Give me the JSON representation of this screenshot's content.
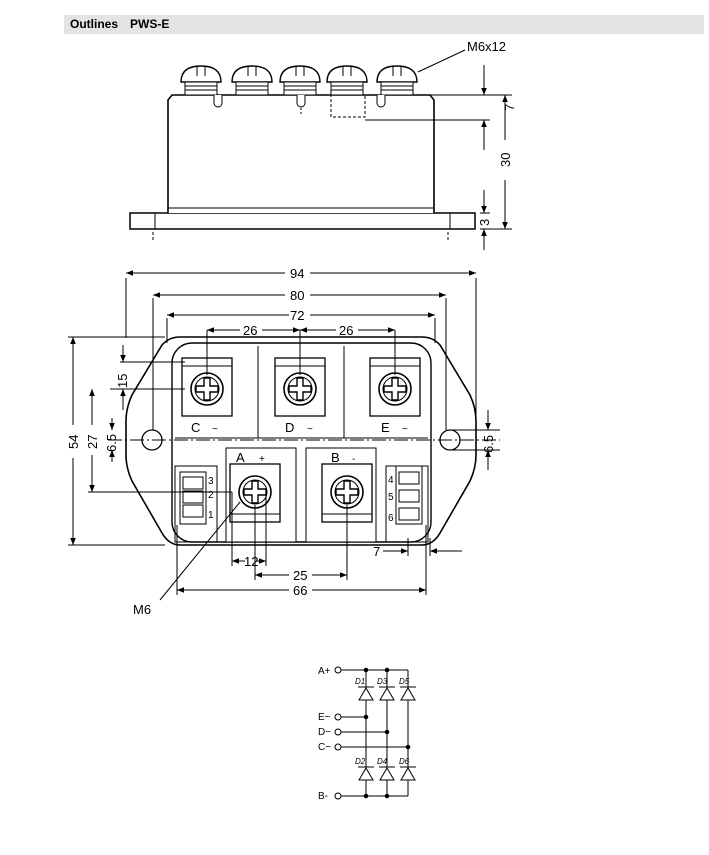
{
  "header": {
    "section": "Outlines",
    "package": "PWS-E"
  },
  "side_view": {
    "screw_label": "M6x12",
    "dim_7": "7",
    "dim_30": "30",
    "dim_3": "3"
  },
  "top_view": {
    "dim_94": "94",
    "dim_80": "80",
    "dim_72": "72",
    "dim_26a": "26",
    "dim_26b": "26",
    "dim_54": "54",
    "dim_27": "27",
    "dim_15": "15",
    "dim_6_5_left": "6.5",
    "dim_6_5_right": "6.5",
    "dim_12": "12",
    "dim_25": "25",
    "dim_66": "66",
    "dim_7": "7",
    "screw_label": "M6",
    "term_C": "C",
    "term_D": "D",
    "term_E": "E",
    "term_A": "A",
    "term_B": "B",
    "ac_symbol": "~",
    "plus_symbol": "+",
    "minus_symbol": "-",
    "pins_left": [
      "3",
      "2",
      "1"
    ],
    "pins_right": [
      "4",
      "5",
      "6"
    ]
  },
  "schematic": {
    "nodes": [
      "A+",
      "E~",
      "D~",
      "C~",
      "B-"
    ],
    "diodes": [
      "D1",
      "D3",
      "D5",
      "D2",
      "D4",
      "D6"
    ]
  },
  "colors": {
    "line": "#000000",
    "header_bg": "#e4e4e4"
  }
}
